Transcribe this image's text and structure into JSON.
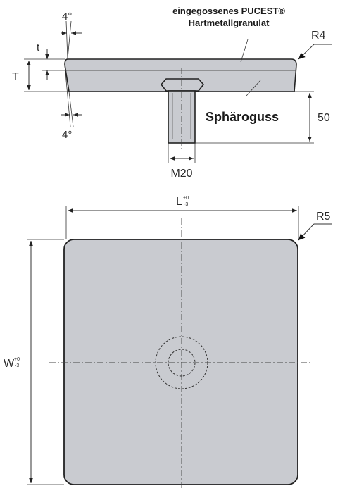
{
  "colors": {
    "part_fill": "#c9cbd0",
    "outline": "#222222"
  },
  "side_view": {
    "note_line1": "eingegossenes PUCEST®",
    "note_line2": "Hartmetallgranulat",
    "radius_label": "R4",
    "angle_top": "4°",
    "angle_bottom": "4°",
    "dim_t": "t",
    "dim_T": "T",
    "material_label": "Sphäroguss",
    "height_label": "50",
    "thread_label": "M20"
  },
  "top_view": {
    "length_label": "L",
    "length_tol_upper": "+0",
    "length_tol_lower": "-3",
    "width_label": "W",
    "width_tol_upper": "+0",
    "width_tol_lower": "-3",
    "radius_label": "R5"
  }
}
